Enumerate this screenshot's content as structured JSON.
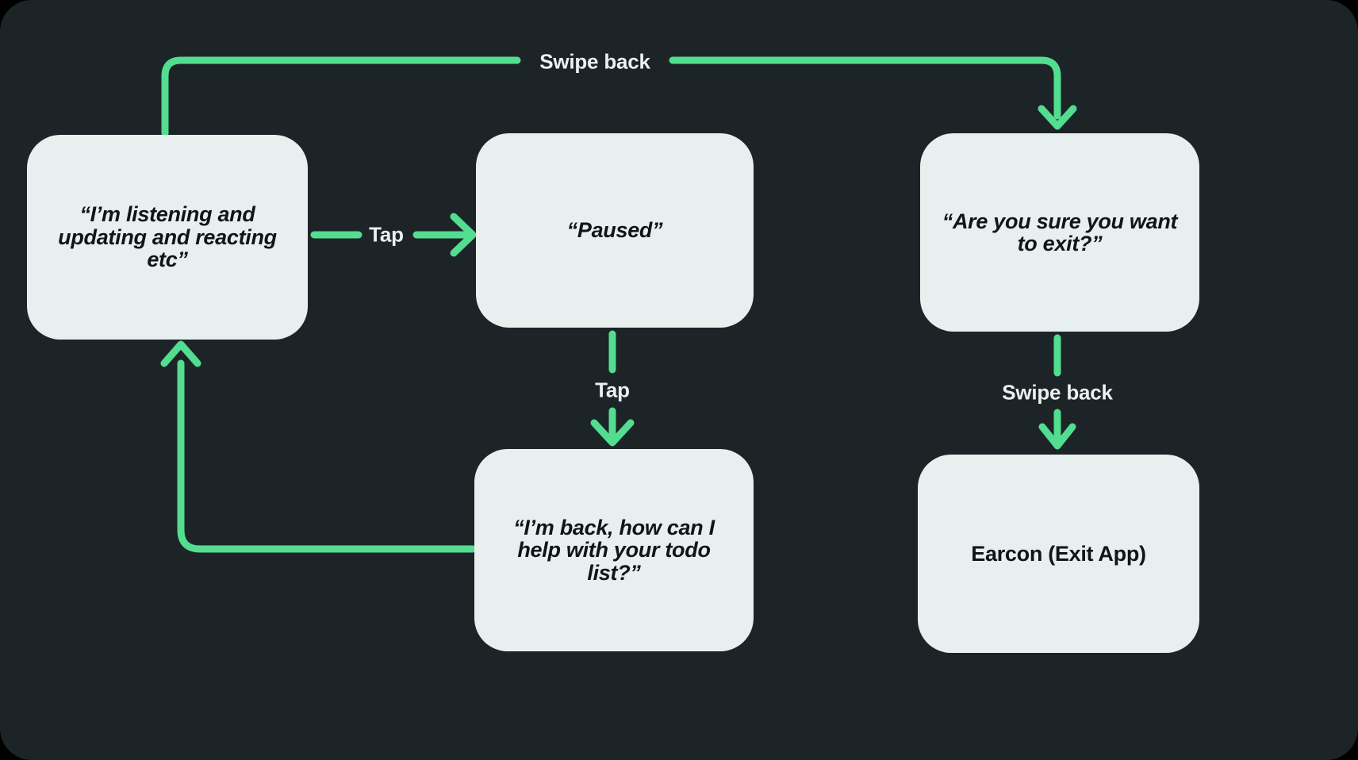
{
  "diagram": {
    "background_color": "#1D2427",
    "node_fill": "#E8EFEF",
    "node_text_color": "#121417",
    "connector_color": "#52DD90",
    "label_text_color": "#EAF1F1",
    "nodes": [
      {
        "id": "listening",
        "text": "“I’m listening and updating and reacting etc”",
        "style": "italic"
      },
      {
        "id": "paused",
        "text": "“Paused”",
        "style": "italic"
      },
      {
        "id": "confirm",
        "text": "“Are you sure you want to exit?”",
        "style": "italic"
      },
      {
        "id": "back",
        "text": "“I’m back, how can I help with your todo list?”",
        "style": "italic"
      },
      {
        "id": "earcon",
        "text": "Earcon (Exit App)",
        "style": "plain"
      }
    ],
    "edges": [
      {
        "id": "listening-to-confirm",
        "label": "Swipe back",
        "from": "listening",
        "to": "confirm"
      },
      {
        "id": "listening-to-paused",
        "label": "Tap",
        "from": "listening",
        "to": "paused"
      },
      {
        "id": "paused-to-back",
        "label": "Tap",
        "from": "paused",
        "to": "back"
      },
      {
        "id": "confirm-to-earcon",
        "label": "Swipe back",
        "from": "confirm",
        "to": "earcon"
      },
      {
        "id": "back-to-listening",
        "label": "",
        "from": "back",
        "to": "listening"
      }
    ]
  }
}
